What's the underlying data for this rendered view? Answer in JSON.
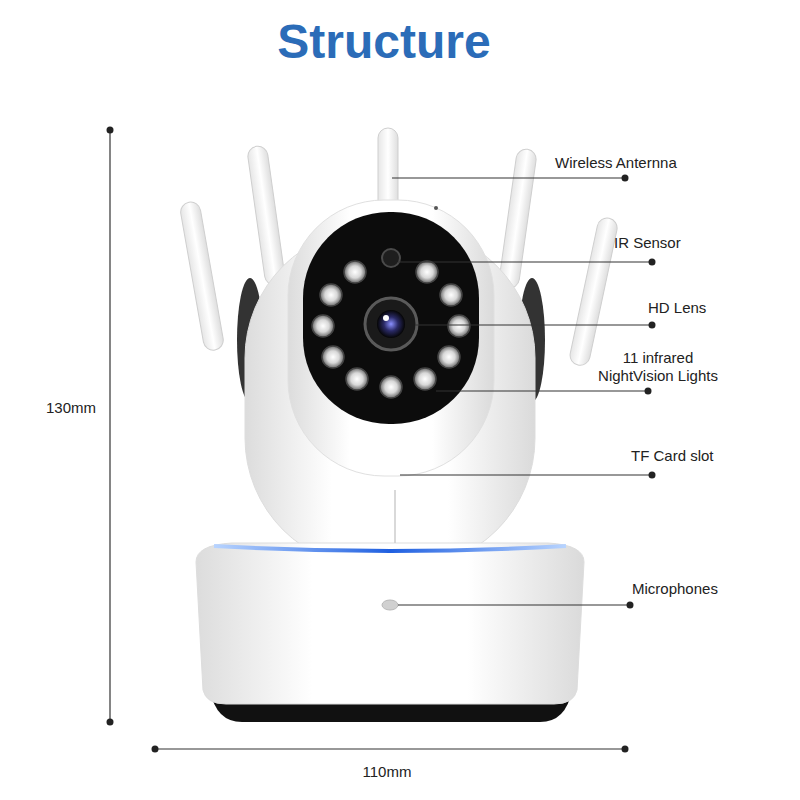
{
  "diagram": {
    "title": "Structure",
    "labels": [
      "Wireless Anternna",
      "IR Sensor",
      "HD Lens",
      "11 infrared NightVision Lights",
      "TF Card slot",
      "130mm",
      "Microphones",
      "110mm"
    ]
  }
}
